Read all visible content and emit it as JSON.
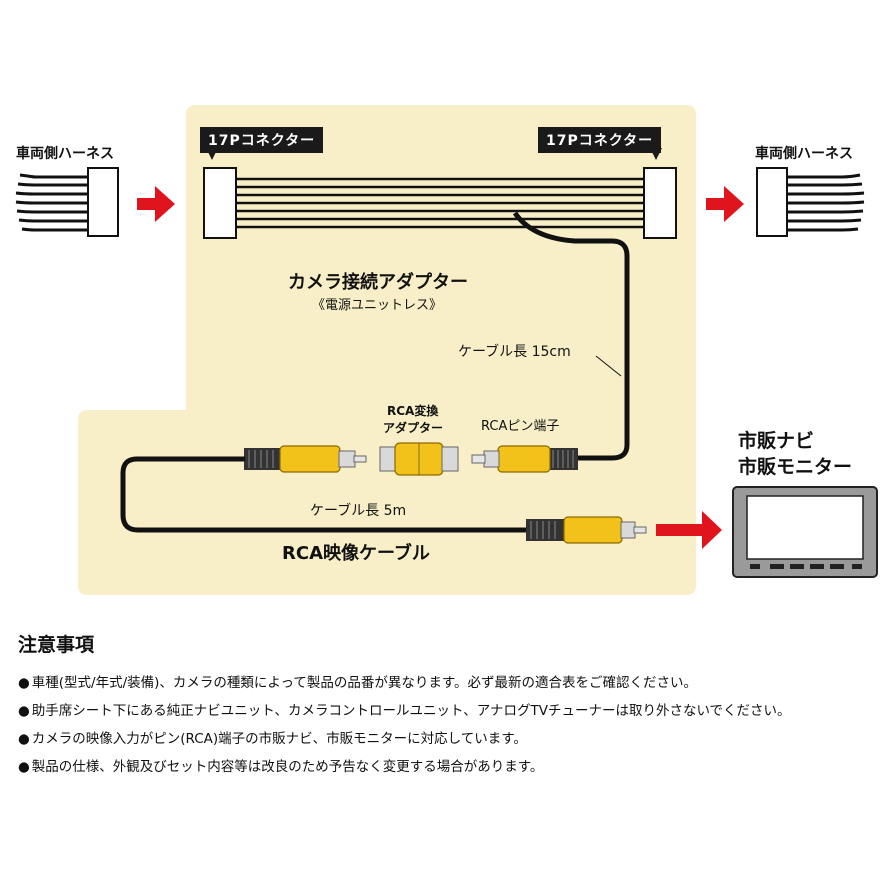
{
  "left_harness": "車両側ハーネス",
  "right_harness": "車両側ハーネス",
  "connector_left": "17Pコネクター",
  "connector_right": "17Pコネクター",
  "adapter_title": "カメラ接続アダプター",
  "adapter_subtitle": "《電源ユニットレス》",
  "cable_15": "ケーブル長 15cm",
  "rca_adapter": [
    "RCA変換",
    "アダプター"
  ],
  "rca_pin": "RCAピン端子",
  "monitor_lines": [
    "市販ナビ",
    "市販モニター"
  ],
  "cable_5": "ケーブル長 5m",
  "rca_cable": "RCA映像ケーブル",
  "notes": {
    "title": "注意事項",
    "items": [
      "車種(型式/年式/装備)、カメラの種類によって製品の品番が異なります。必ず最新の適合表をご確認ください。",
      "助手席シート下にある純正ナビユニット、カメラコントロールユニット、アナログTVチューナーは取り外さないでください。",
      "カメラの映像入力がピン(RCA)端子の市販ナビ、市販モニターに対応しています。",
      "製品の仕様、外観及びセット内容等は改良のため予告なく変更する場合があります。"
    ]
  },
  "colors": {
    "panel": "#f8efc8",
    "arrow": "#e0141c",
    "plug": "#f2c21a",
    "cable": "#111111"
  }
}
